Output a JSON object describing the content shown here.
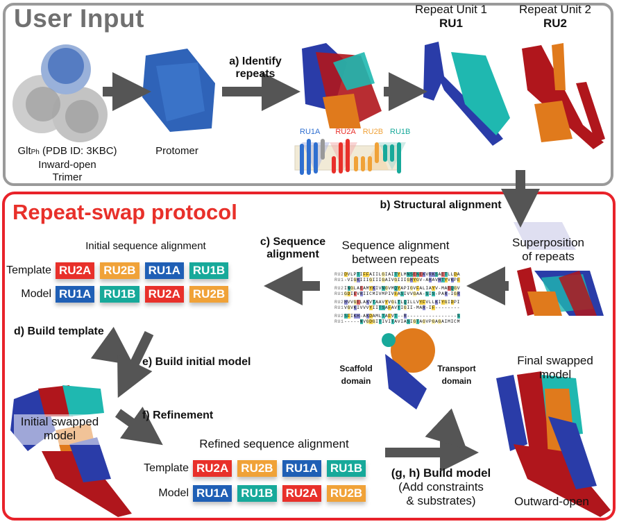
{
  "colors": {
    "ru1a": "#1f5fb5",
    "ru1b": "#17a99a",
    "ru2a": "#e8302a",
    "ru2b": "#f0a238",
    "input_border": "#9a9a9a",
    "protocol_border": "#e8222a",
    "arrow": "#555555",
    "protein_blue": "#2a4aa8",
    "protein_red": "#b0161c",
    "protein_cyan": "#1fb8b0",
    "protein_orange": "#e07a1c"
  },
  "user_input": {
    "title": "User Input",
    "trimer": {
      "name": "Glt",
      "subscript": "Ph",
      "rest": " (PDB ID: 3KBC)",
      "line2": "Inward-open",
      "line3": "Trimer"
    },
    "protomer": "Protomer",
    "step_a": {
      "line1": "a) Identify",
      "line2": "repeats"
    },
    "topology_labels": [
      "RU1A",
      "RU2A",
      "RU2B",
      "RU1B"
    ],
    "ru1": {
      "line1": "Repeat Unit 1",
      "line2": "RU1"
    },
    "ru2": {
      "line1": "Repeat Unit 2",
      "line2": "RU2"
    }
  },
  "protocol": {
    "title": "Repeat-swap protocol",
    "step_b": "b) Structural alignment",
    "superposition": {
      "line1": "Superposition",
      "line2": "of repeats"
    },
    "seq_alignment": {
      "title_line1": "Sequence alignment",
      "title_line2": "between repeats",
      "blocks": [
        [
          {
            "name": "RU2",
            "seq": "DVLPTIFFAIILGIAITYLMNSENEKVRKSAETLLDA"
          },
          {
            "name": "RU1",
            "seq": "-VIGKIIIGIIIGAIVGIIIGHYGV-AHAVHTYVKPF"
          }
        ],
        [
          {
            "name": "RU2",
            "seq": "INGLAEAMYKIVNGVMQYAPIGVFALIAYV-MAEQGV"
          },
          {
            "name": "RU1",
            "seq": "GDIEVRIICMIVMPIVFASIVVGAA-SIS-PAR-IGR"
          }
        ],
        [
          {
            "name": "RU2",
            "seq": "HVVGELAKVTAAVYVGLTLQILLVYFVLLKIYGIDPI"
          },
          {
            "name": "RU1",
            "seq": "VGVKIVVVYIITSAFAVTIGII-MAR-IF--------"
          }
        ],
        [
          {
            "name": "RU2",
            "seq": "SFIKH-AKDAMLTAFVT--R----------------S"
          },
          {
            "name": "RU1",
            "seq": "-----NVGDGITIVITAVIASIGTAGVPGAGAIMICM"
          }
        ]
      ]
    },
    "step_c": {
      "line1": "c) Sequence",
      "line2": "alignment"
    },
    "initial_alignment": {
      "title": "Initial sequence alignment",
      "rows": [
        {
          "label": "Template",
          "tags": [
            "RU2A",
            "RU2B",
            "RU1A",
            "RU1B"
          ]
        },
        {
          "label": "Model",
          "tags": [
            "RU1A",
            "RU1B",
            "RU2A",
            "RU2B"
          ]
        }
      ]
    },
    "step_d": "d) Build template",
    "step_e": "e) Build initial model",
    "initial_model": {
      "line1": "Initial swapped",
      "line2": "model"
    },
    "step_f": "f) Refinement",
    "refined_alignment": {
      "title": "Refined sequence alignment",
      "rows": [
        {
          "label": "Template",
          "tags": [
            "RU2A",
            "RU2B",
            "RU1A",
            "RU1B"
          ]
        },
        {
          "label": "Model",
          "tags": [
            "RU1A",
            "RU1B",
            "RU2A",
            "RU2B"
          ]
        }
      ]
    },
    "domains": {
      "scaffold_line1": "Scaffold",
      "scaffold_line2": "domain",
      "transport_line1": "Transport",
      "transport_line2": "domain"
    },
    "step_gh": {
      "line1": "(g, h) Build model",
      "line2": "(Add constraints",
      "line3": "& substrates)"
    },
    "final_model": {
      "line1": "Final swapped",
      "line2": "model",
      "state": "Outward-open"
    }
  }
}
